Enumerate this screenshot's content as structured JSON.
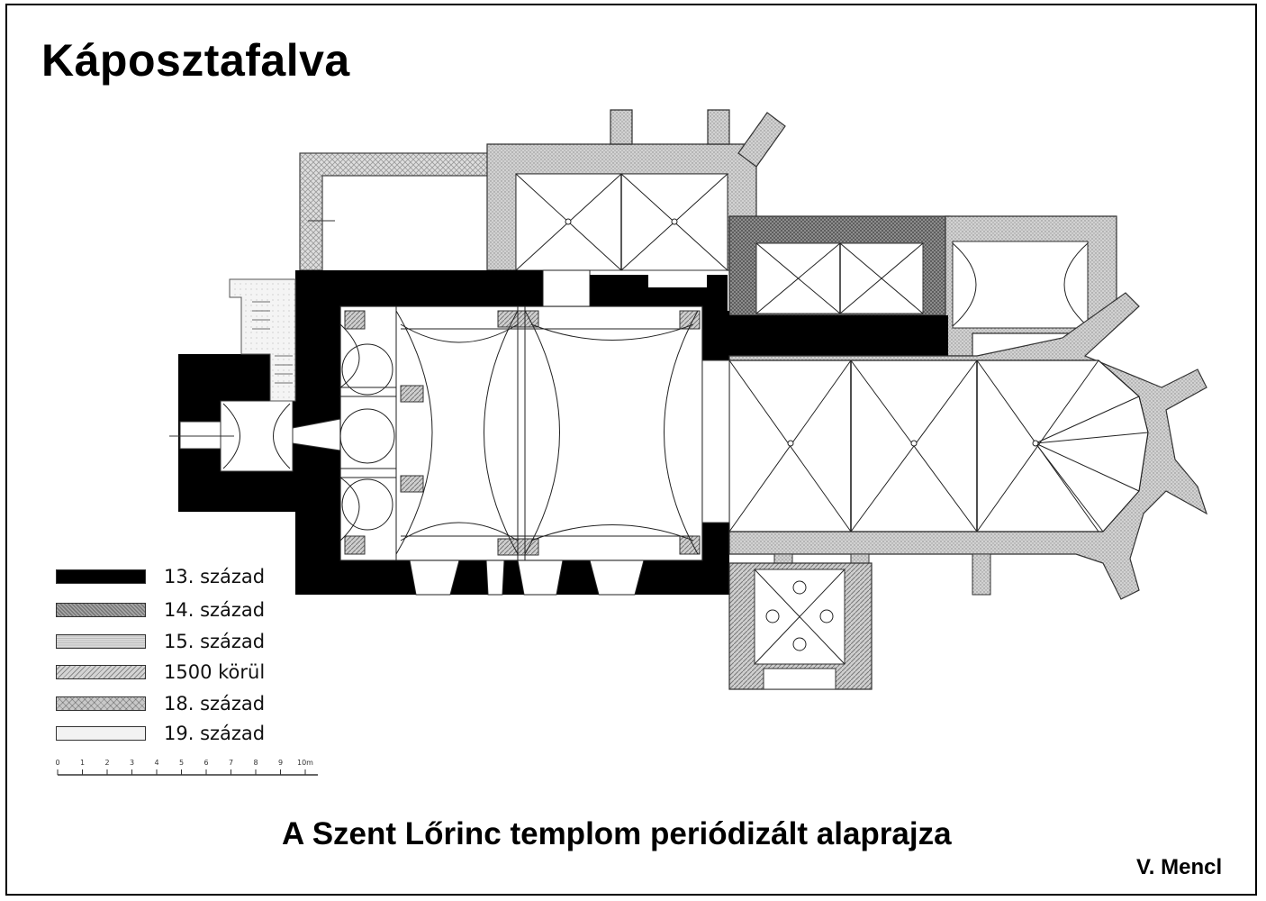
{
  "title": "Káposztafalva",
  "caption": "A Szent Lőrinc templom periódizált alaprajza",
  "author": "V. Mencl",
  "legend": [
    {
      "label": "13. század",
      "pattern": "solid-black"
    },
    {
      "label": "14. század",
      "pattern": "dense-crosshatch"
    },
    {
      "label": "15. század",
      "pattern": "light-stipple"
    },
    {
      "label": "1500 körül",
      "pattern": "diagonal-hatch"
    },
    {
      "label": "18. század",
      "pattern": "cross-diagonal"
    },
    {
      "label": "19. század",
      "pattern": "sparse-dots"
    }
  ],
  "scale": {
    "ticks": [
      "0",
      "1",
      "2",
      "3",
      "4",
      "5",
      "6",
      "7",
      "8",
      "9",
      "10"
    ],
    "unit": "m"
  },
  "colors": {
    "ink": "#000000",
    "paper": "#ffffff",
    "grey": "#c8c8c8"
  }
}
